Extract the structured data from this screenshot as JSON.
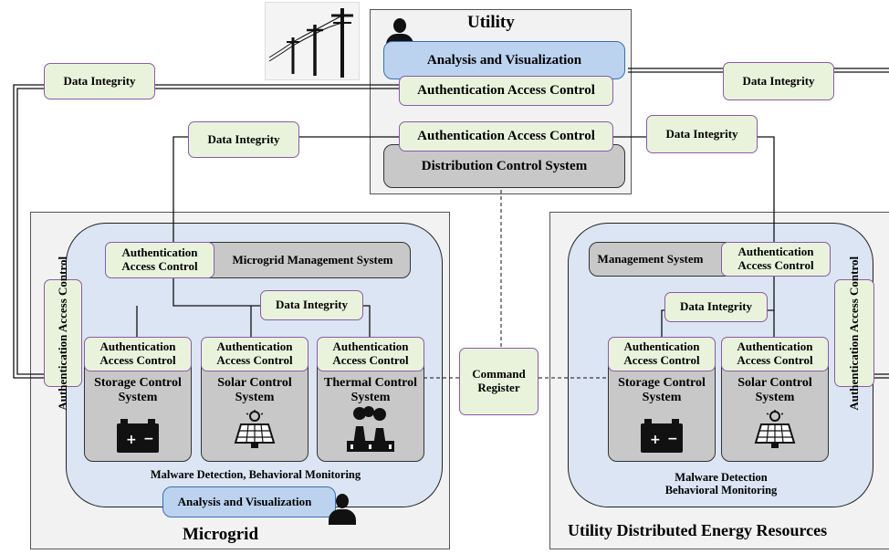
{
  "utility": {
    "title": "Utility",
    "analysis": "Analysis and Visualization",
    "auth_top": "Authentication Access Control",
    "auth_mid": "Authentication Access Control",
    "dcs": "Distribution Control System"
  },
  "data_integrity": {
    "left_outer": "Data Integrity",
    "left_inner": "Data Integrity",
    "right_outer": "Data Integrity",
    "right_inner": "Data Integrity"
  },
  "command_register": "Command Register",
  "microgrid": {
    "title": "Microgrid",
    "side_auth": "Authentication Access Control",
    "mms_auth": "Authentication Access Control",
    "mms": "Microgrid Management System",
    "data_integrity": "Data Integrity",
    "storage_auth": "Authentication Access Control",
    "solar_auth": "Authentication Access Control",
    "thermal_auth": "Authentication Access Control",
    "storage": "Storage Control System",
    "solar": "Solar Control System",
    "thermal": "Thermal Control System",
    "malware": "Malware Detection, Behavioral Monitoring",
    "analysis": "Analysis and Visualization"
  },
  "uder": {
    "title": "Utility Distributed Energy Resources",
    "mgmt": "Management System",
    "mgmt_auth": "Authentication Access Control",
    "side_auth": "Authentication Access Control",
    "data_integrity": "Data Integrity",
    "storage_auth": "Authentication Access Control",
    "solar_auth": "Authentication Access Control",
    "storage": "Storage Control System",
    "solar": "Solar Control System",
    "malware": "Malware Detection Behavioral Monitoring"
  },
  "icons": {
    "power_lines": "power-lines-icon",
    "person": "person-icon",
    "battery": "battery-icon",
    "solar_panel": "solar-panel-icon",
    "thermal_plant": "thermal-plant-icon"
  },
  "colors": {
    "panel": "#f2f2f2",
    "blue_region": "#dbe5f3",
    "green_box": "#e9f3dc",
    "green_border": "#8c5aa8",
    "gray_box": "#c8c8c8",
    "blue_pill": "#bcd3ef"
  }
}
